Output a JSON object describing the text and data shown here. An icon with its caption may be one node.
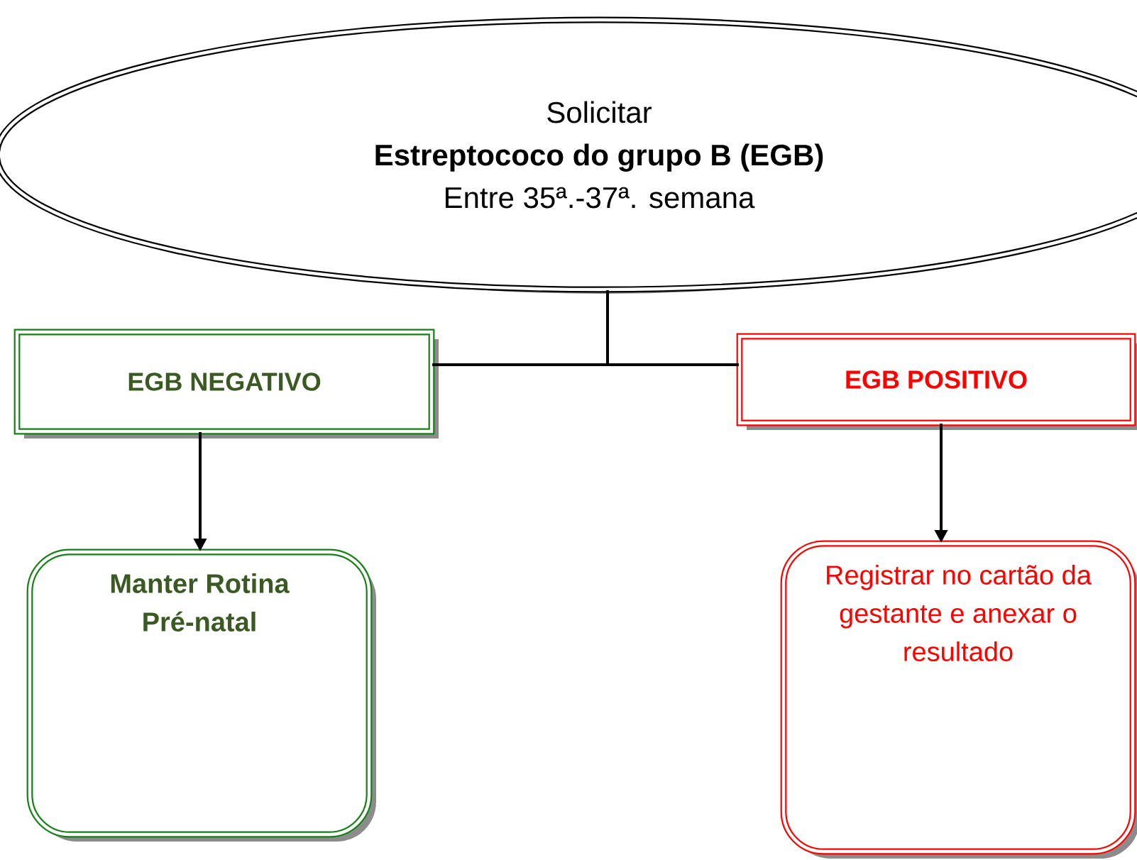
{
  "diagram": {
    "nodes": [
      {
        "text": [
          "Solicitar",
          "Estreptococo do grupo B (EGB)",
          "Entre 35ª.-37ª. semana"
        ]
      },
      {
        "text": [
          "EGB NEGATIVO"
        ]
      },
      {
        "text": [
          "EGB POSITIVO"
        ]
      },
      {
        "text": [
          "Manter Rotina Pré-natal"
        ]
      },
      {
        "text": [
          "Registrar no cartão da gestante e anexar o resultado"
        ]
      }
    ],
    "edges": [
      {
        "from": 0,
        "to": 1,
        "arrow": "none"
      },
      {
        "from": 0,
        "to": 2,
        "arrow": "none"
      },
      {
        "from": 1,
        "to": 3,
        "arrow": "to"
      },
      {
        "from": 2,
        "to": 4,
        "arrow": "to"
      }
    ]
  }
}
